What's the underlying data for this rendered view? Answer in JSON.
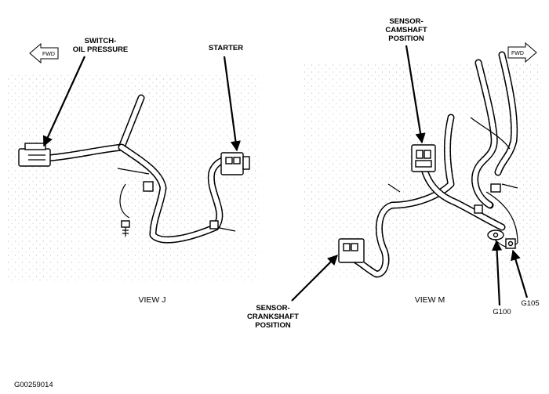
{
  "labels": {
    "switch_oil_pressure_line1": "SWITCH-",
    "switch_oil_pressure_line2": "OIL PRESSURE",
    "starter": "STARTER",
    "sensor_cam_line1": "SENSOR-",
    "sensor_cam_line2": "CAMSHAFT",
    "sensor_cam_line3": "POSITION",
    "sensor_crank_line1": "SENSOR-",
    "sensor_crank_line2": "CRANKSHAFT",
    "sensor_crank_line3": "POSITION",
    "g105": "G105",
    "g100": "G100"
  },
  "views": {
    "left": "VIEW J",
    "right": "VIEW M"
  },
  "fwd_arrows": {
    "left": "FWD",
    "right": "FWD"
  },
  "figure_id": "G00259014"
}
